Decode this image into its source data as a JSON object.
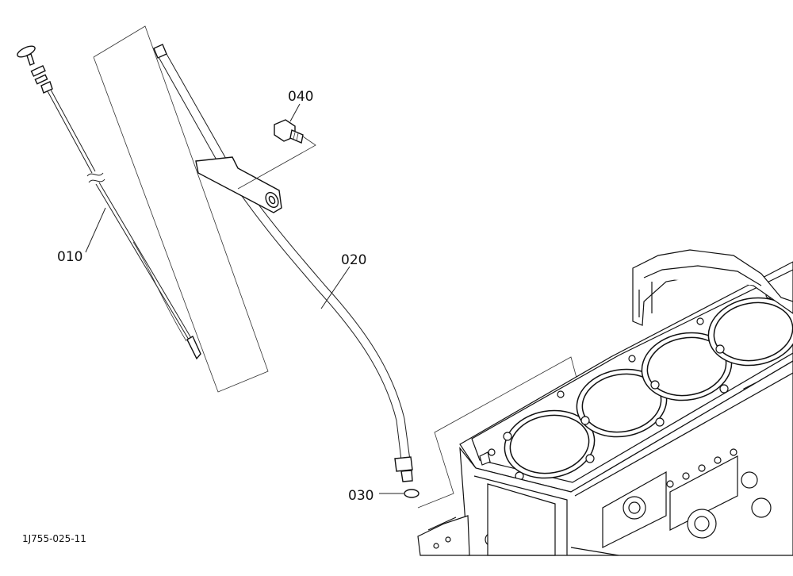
{
  "diagram": {
    "callouts": [
      {
        "id": "dipstick",
        "label": "010"
      },
      {
        "id": "guide-tube",
        "label": "020"
      },
      {
        "id": "o-ring",
        "label": "030"
      },
      {
        "id": "bolt",
        "label": "040"
      }
    ],
    "reference": "1J755-025-11",
    "colors": {
      "line": "#111111",
      "background": "#ffffff"
    }
  }
}
